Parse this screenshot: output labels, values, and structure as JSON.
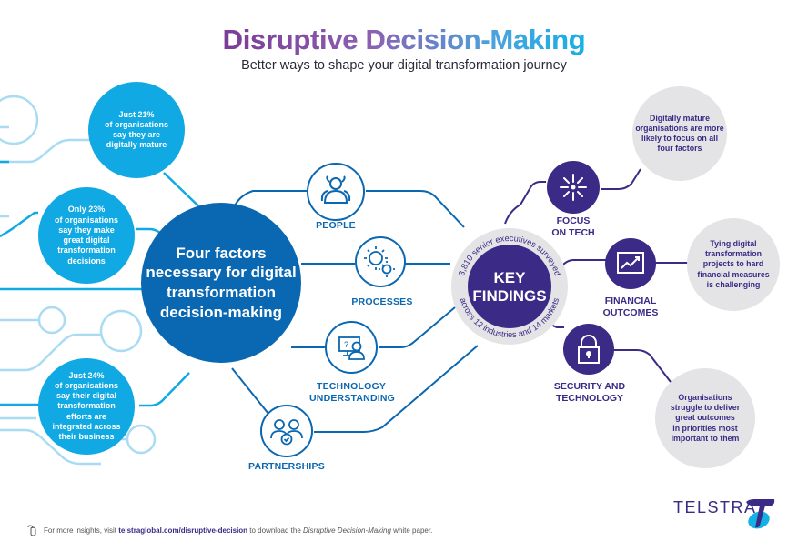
{
  "header": {
    "title": "Disruptive Decision-Making",
    "subtitle": "Better ways to shape your digital transformation journey"
  },
  "colors": {
    "light_blue": "#11a9e3",
    "dark_blue": "#0a67b1",
    "purple": "#3b2a86",
    "grey": "#e4e4e6",
    "pale_line": "#a9dcf3"
  },
  "stats": [
    {
      "text": "Just 21%\nof organisations\nsay they are\ndigitally mature"
    },
    {
      "text": "Only 23%\nof organisations\nsay they make\ngreat digital\ntransformation\ndecisions"
    },
    {
      "text": "Just 24%\nof organisations\nsay their digital\ntransformation\nefforts are\nintegrated across\ntheir business"
    }
  ],
  "hub": {
    "text": "Four factors\nnecessary for digital\ntransformation\ndecision-making"
  },
  "factors": [
    {
      "label": "PEOPLE",
      "icon": "people-icon"
    },
    {
      "label": "PROCESSES",
      "icon": "gears-icon"
    },
    {
      "label": "TECHNOLOGY\nUNDERSTANDING",
      "icon": "computer-user-icon"
    },
    {
      "label": "PARTNERSHIPS",
      "icon": "partnership-icon"
    }
  ],
  "key_findings": {
    "title_line1": "KEY",
    "title_line2": "FINDINGS",
    "ring_top": "3,810 senior executives surveyed",
    "ring_bottom": "across 12 industries and 14 markets"
  },
  "findings": [
    {
      "label": "FOCUS\nON TECH",
      "icon": "sparkle-icon",
      "note": "Digitally mature\norganisations are more\nlikely to focus on all\nfour factors"
    },
    {
      "label": "FINANCIAL\nOUTCOMES",
      "icon": "chart-up-icon",
      "note": "Tying digital\ntransformation\nprojects to hard\nfinancial measures\nis challenging"
    },
    {
      "label": "SECURITY AND\nTECHNOLOGY",
      "icon": "padlock-icon",
      "note": "Organisations\nstruggle to deliver\ngreat outcomes\nin priorities most\nimportant to them"
    }
  ],
  "footer": {
    "prefix": "For more insights, visit ",
    "link": "telstraglobal.com/disruptive-decision",
    "middle": " to download the ",
    "paper_title": "Disruptive Decision-Making",
    "suffix": " white paper."
  },
  "brand": {
    "name": "TELSTRA"
  }
}
